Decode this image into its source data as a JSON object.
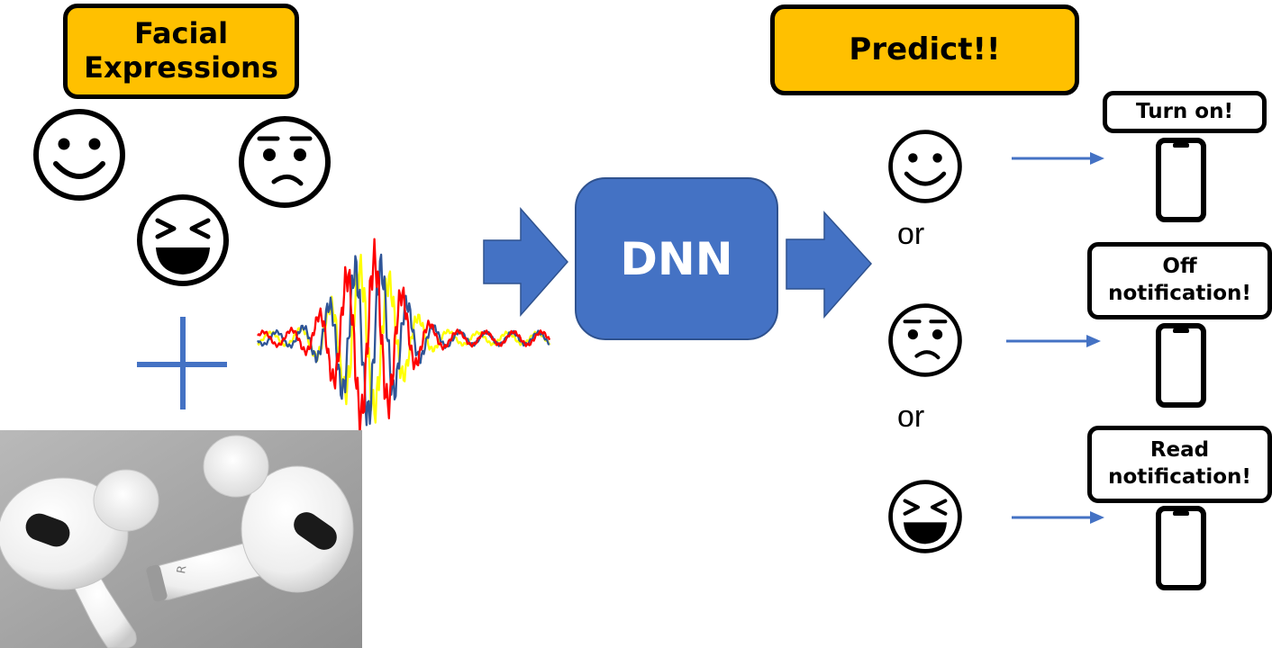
{
  "labels": {
    "facial_line1": "Facial",
    "facial_line2": "Expressions",
    "predict": "Predict!!",
    "model": "DNN",
    "or": "or"
  },
  "notifications": [
    {
      "line1": "Turn on!",
      "line2": ""
    },
    {
      "line1": "Off",
      "line2": "notification!"
    },
    {
      "line1": "Read",
      "line2": "notification!"
    }
  ],
  "colors": {
    "label_fill": "#ffc000",
    "model_fill": "#4472c4",
    "arrow": "#4472c4",
    "signal_series": [
      "#2f5597",
      "#ff0000",
      "#ffff00"
    ]
  },
  "icons": {
    "expressions": [
      "smile-icon",
      "laugh-icon",
      "worried-icon"
    ],
    "outcomes": [
      "smile-icon",
      "worried-icon",
      "laugh-icon"
    ],
    "device": "smartphone-icon",
    "photo": "earbuds-photo"
  }
}
